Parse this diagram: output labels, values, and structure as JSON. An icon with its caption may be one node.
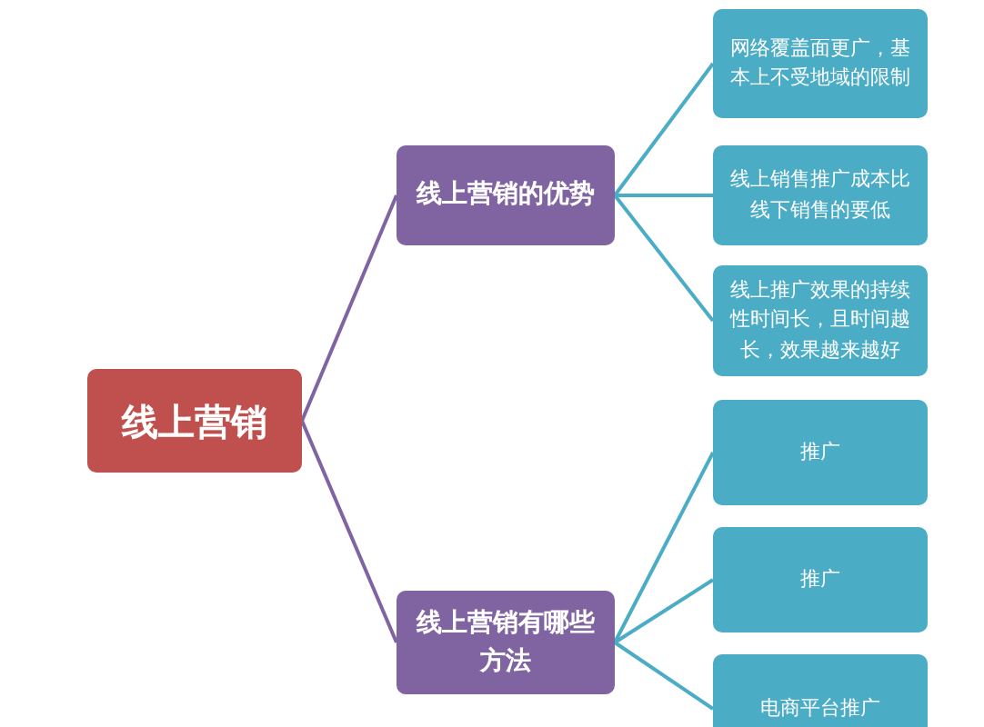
{
  "diagram": {
    "nodes": [
      {
        "text": [
          "线上营销"
        ]
      },
      {
        "text": [
          "线上营销的优势"
        ]
      },
      {
        "text": [
          "线上营销有哪些方法"
        ]
      },
      {
        "text": [
          "网络覆盖面更广，基本上不受地域的限制"
        ]
      },
      {
        "text": [
          "线上销售推广成本比线下销售的要低"
        ]
      },
      {
        "text": [
          "线上推广效果的持续性时间长，且时间越长，效果越来越好"
        ]
      },
      {
        "text": [
          "推广"
        ]
      },
      {
        "text": [
          "推广"
        ]
      },
      {
        "text": [
          "电商平台推广"
        ]
      }
    ],
    "edges": [
      {
        "from": 0,
        "to": 1,
        "arrow": "none",
        "color": "#8064a2"
      },
      {
        "from": 0,
        "to": 2,
        "arrow": "none",
        "color": "#8064a2"
      },
      {
        "from": 1,
        "to": 3,
        "arrow": "none"
      },
      {
        "from": 1,
        "to": 4,
        "arrow": "none"
      },
      {
        "from": 1,
        "to": 5,
        "arrow": "none"
      },
      {
        "from": 2,
        "to": 6,
        "arrow": "none"
      },
      {
        "from": 2,
        "to": 7,
        "arrow": "none"
      },
      {
        "from": 2,
        "to": 8,
        "arrow": "none"
      }
    ]
  }
}
